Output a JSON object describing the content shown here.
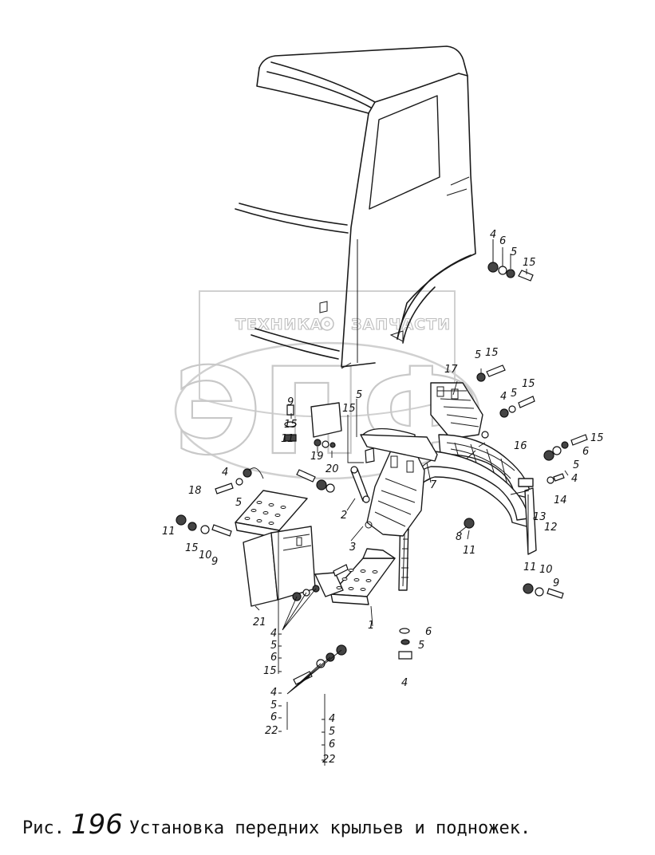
{
  "watermark": {
    "top_left": "ТЕХНИКА",
    "top_right": "ЗАПЧАСТИ",
    "big": "ЭПФ"
  },
  "caption": {
    "prefix": "Рис.",
    "number": "196",
    "title": "Установка передних крыльев и подножек."
  },
  "callouts": [
    {
      "id": "c4a",
      "text": "4"
    },
    {
      "id": "c6a",
      "text": "6"
    },
    {
      "id": "c5a",
      "text": "5"
    },
    {
      "id": "c15a",
      "text": "15"
    },
    {
      "id": "c5b",
      "text": "5"
    },
    {
      "id": "c15b",
      "text": "15"
    },
    {
      "id": "c17",
      "text": "17"
    },
    {
      "id": "c4b",
      "text": "4"
    },
    {
      "id": "c5c",
      "text": "5"
    },
    {
      "id": "c15c",
      "text": "15"
    },
    {
      "id": "c9a",
      "text": "9"
    },
    {
      "id": "c5d",
      "text": "5"
    },
    {
      "id": "c15d",
      "text": "15"
    },
    {
      "id": "c15e",
      "text": "15"
    },
    {
      "id": "c11a",
      "text": "11"
    },
    {
      "id": "c19",
      "text": "19"
    },
    {
      "id": "c20",
      "text": "20"
    },
    {
      "id": "c16",
      "text": "16"
    },
    {
      "id": "c15f",
      "text": "15"
    },
    {
      "id": "c6b",
      "text": "6"
    },
    {
      "id": "c5e",
      "text": "5"
    },
    {
      "id": "c4c",
      "text": "4"
    },
    {
      "id": "c4d",
      "text": "4"
    },
    {
      "id": "c18",
      "text": "18"
    },
    {
      "id": "c5f",
      "text": "5"
    },
    {
      "id": "c7",
      "text": "7"
    },
    {
      "id": "c2",
      "text": "2"
    },
    {
      "id": "c14",
      "text": "14"
    },
    {
      "id": "c13",
      "text": "13"
    },
    {
      "id": "c12",
      "text": "12"
    },
    {
      "id": "c11b",
      "text": "11"
    },
    {
      "id": "c15g",
      "text": "15"
    },
    {
      "id": "c10a",
      "text": "10"
    },
    {
      "id": "c9b",
      "text": "9"
    },
    {
      "id": "c3",
      "text": "3"
    },
    {
      "id": "c8",
      "text": "8"
    },
    {
      "id": "c11c",
      "text": "11"
    },
    {
      "id": "c11d",
      "text": "11"
    },
    {
      "id": "c10b",
      "text": "10"
    },
    {
      "id": "c9c",
      "text": "9"
    },
    {
      "id": "c21",
      "text": "21"
    },
    {
      "id": "c1",
      "text": "1"
    },
    {
      "id": "c6c",
      "text": "6"
    },
    {
      "id": "c5g",
      "text": "5"
    },
    {
      "id": "c4e",
      "text": "4"
    },
    {
      "id": "s1_4",
      "text": "4"
    },
    {
      "id": "s1_5",
      "text": "5"
    },
    {
      "id": "s1_6",
      "text": "6"
    },
    {
      "id": "s1_15",
      "text": "15"
    },
    {
      "id": "s2_4",
      "text": "4"
    },
    {
      "id": "s2_5",
      "text": "5"
    },
    {
      "id": "s2_6",
      "text": "6"
    },
    {
      "id": "s2_22",
      "text": "22"
    },
    {
      "id": "s3_4",
      "text": "4"
    },
    {
      "id": "s3_5",
      "text": "5"
    },
    {
      "id": "s3_6",
      "text": "6"
    },
    {
      "id": "s3_22",
      "text": "22"
    }
  ]
}
